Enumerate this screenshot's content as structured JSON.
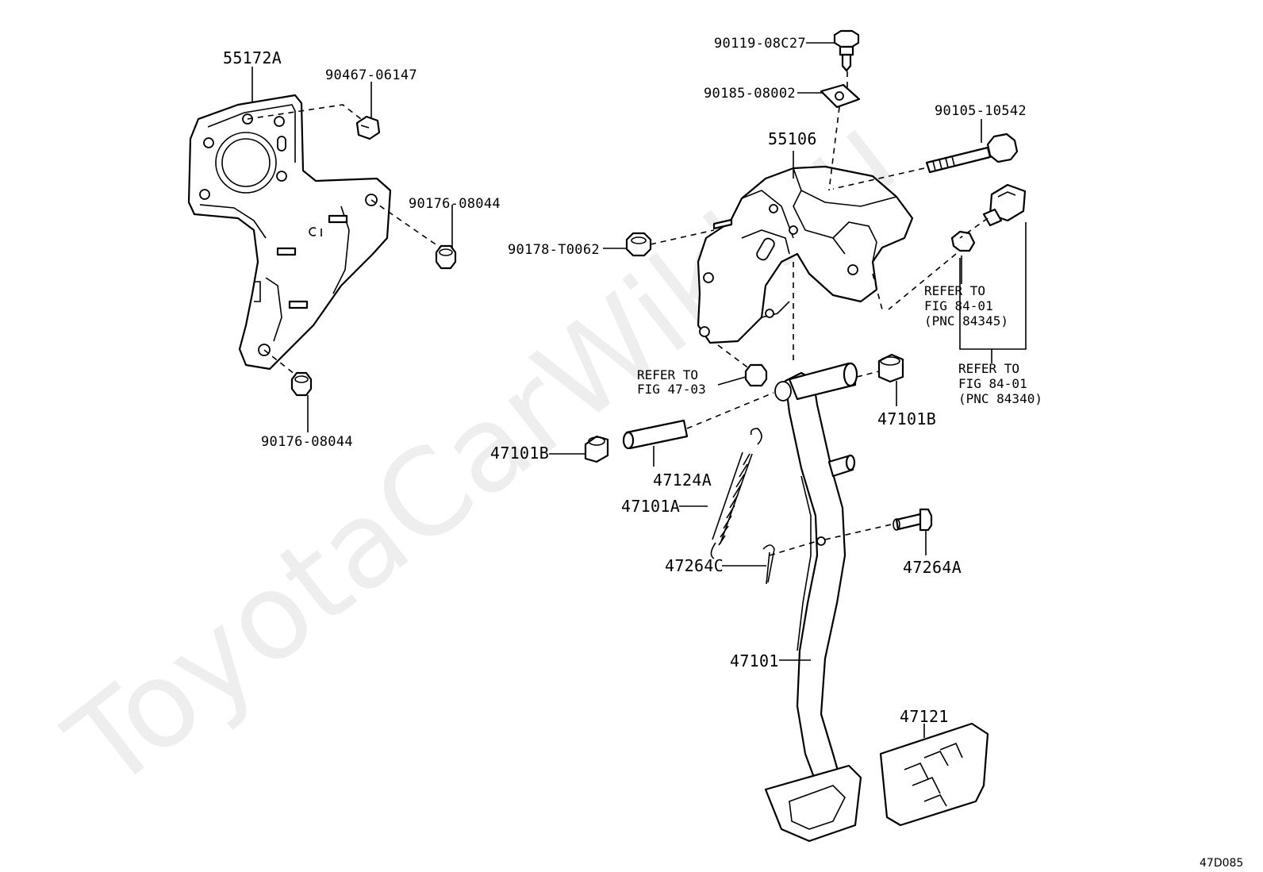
{
  "watermark": "ToyotaCarWiki.ru",
  "diagram_code": "47D085",
  "labels": {
    "l55172a": "55172A",
    "l90467": "90467-06147",
    "l90176a": "90176-08044",
    "l90176b": "90176-08044",
    "l90119": "90119-08C27",
    "l90185": "90185-08002",
    "l90105": "90105-10542",
    "l55106": "55106",
    "l90178": "90178-T0062",
    "l47101b_right": "47101B",
    "l47101b_left": "47101B",
    "l47124a": "47124A",
    "l47101a": "47101A",
    "l47264c": "47264C",
    "l47264a": "47264A",
    "l47101": "47101",
    "l47121": "47121"
  },
  "refs": {
    "fig4703": {
      "line1": "REFER TO",
      "line2": "FIG 47-03"
    },
    "fig8401_84345": {
      "line1": "REFER TO",
      "line2": "FIG 84-01",
      "line3": "(PNC 84345)"
    },
    "fig8401_84340": {
      "line1": "REFER TO",
      "line2": "FIG 84-01",
      "line3": "(PNC 84340)"
    }
  }
}
